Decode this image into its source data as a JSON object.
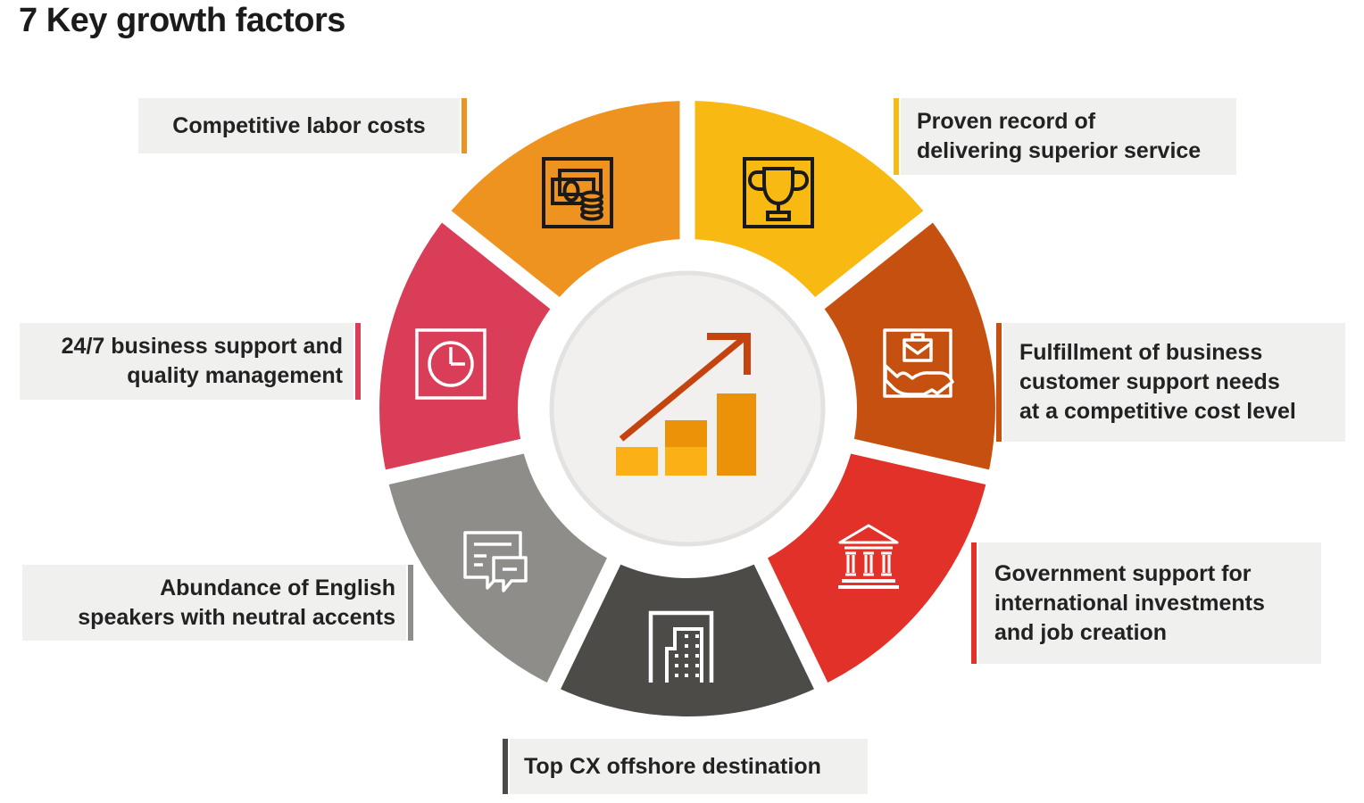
{
  "title": "7 Key growth factors",
  "label_box_bg": "#f0f0ee",
  "text_color": "#222222",
  "center": {
    "icon": "growth-chart-icon",
    "circle_fill": "#f1f0ef",
    "circle_border": "#e3e2e0",
    "arrow_color": "#c5430f",
    "bar_amber": "#fbb116",
    "bar_orange": "#ec9208"
  },
  "factors": [
    {
      "id": "competitive-labor-costs",
      "label": "Competitive labor costs",
      "segment_color": "#ef9320",
      "accent": "#ef9320",
      "icon": "banknotes-coins-icon",
      "icon_color": "#1a1a1a",
      "bar_side": "right"
    },
    {
      "id": "proven-record",
      "label": "Proven record of\ndelivering superior service",
      "segment_color": "#f8ba12",
      "accent": "#f8ba12",
      "icon": "trophy-icon",
      "icon_color": "#1a1a1a",
      "bar_side": "left"
    },
    {
      "id": "fulfillment-support-needs",
      "label": "Fulfillment of business\ncustomer support needs\nat a competitive cost level",
      "segment_color": "#c5500f",
      "accent": "#c5500f",
      "icon": "briefcase-hand-icon",
      "icon_color": "#ffffff",
      "bar_side": "left"
    },
    {
      "id": "government-support",
      "label": "Government support for\ninternational investments\nand job creation",
      "segment_color": "#e13128",
      "accent": "#e13128",
      "icon": "government-building-icon",
      "icon_color": "#ffffff",
      "bar_side": "left"
    },
    {
      "id": "top-cx-destination",
      "label": "Top CX offshore destination",
      "segment_color": "#4d4b48",
      "accent": "#4d4b48",
      "icon": "office-building-icon",
      "icon_color": "#ffffff",
      "bar_side": "left"
    },
    {
      "id": "english-speakers",
      "label": "Abundance of English\nspeakers with neutral accents",
      "segment_color": "#8f8d8a",
      "accent": "#8f8d8a",
      "icon": "chat-bubbles-icon",
      "icon_color": "#ffffff",
      "bar_side": "right"
    },
    {
      "id": "business-support-24-7",
      "label": "24/7 business support and\nquality management",
      "segment_color": "#d93d57",
      "accent": "#d93d57",
      "icon": "clock-icon",
      "icon_color": "#ffffff",
      "bar_side": "right"
    }
  ]
}
